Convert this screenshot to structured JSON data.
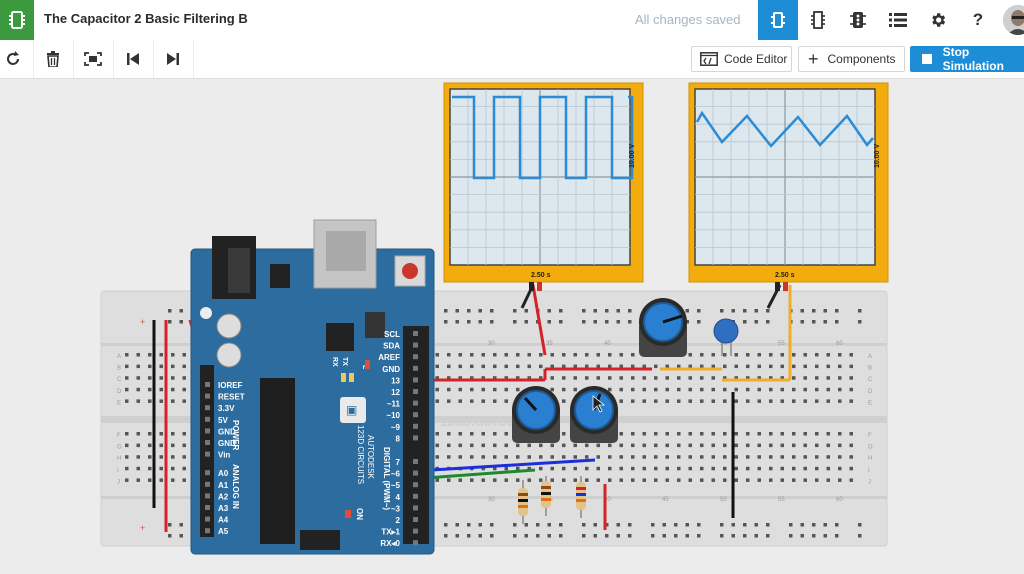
{
  "header": {
    "title": "The Capacitor 2 Basic Filtering B",
    "save_status": "All changes saved",
    "help_label": "?"
  },
  "toolbar": {
    "code_editor_label": "Code Editor",
    "components_label": "Components",
    "stop_label": "Stop Simulation"
  },
  "scopes": [
    {
      "xlabel": "2.50 s",
      "ylabel": "10.00 V"
    },
    {
      "xlabel": "2.50 s",
      "ylabel": "10.00 V"
    }
  ],
  "arduino": {
    "brand": "AUTODESK",
    "model": "123D CIRCUITS",
    "digital_label": "DIGITAL (PWM~)",
    "analog_label": "ANALOG IN",
    "power_label": "POWER",
    "on_label": "ON",
    "tx_label": "TX",
    "rx_label": "RX",
    "l_label": "L",
    "pins_right": [
      "SCL",
      "SDA",
      "AREF",
      "GND",
      "13",
      "12",
      "~11",
      "~10",
      "~9",
      "8",
      "7",
      "~6",
      "~5",
      "4",
      "~3",
      "2",
      "TX▸1",
      "RX◂0"
    ],
    "pins_left": [
      "IOREF",
      "RESET",
      "3.3V",
      "5V",
      "GND",
      "GND",
      "Vin",
      "A0",
      "A1",
      "A2",
      "A3",
      "A4",
      "A5"
    ]
  },
  "breadboard": {
    "col_numbers": [
      "30",
      "35",
      "40",
      "45",
      "50",
      "55",
      "60"
    ],
    "row_letters_top": [
      "A",
      "B",
      "C",
      "D",
      "E"
    ],
    "row_letters_bottom": [
      "F",
      "G",
      "H",
      "I",
      "J"
    ],
    "watermark": "123D.CIRCUITS"
  },
  "colors": {
    "accent": "#1d8dd6",
    "logo_green": "#3a9a3d",
    "scope_frame": "#f3ac0e",
    "arduino_blue": "#2d6c9e",
    "trace": "#2a8bd6"
  }
}
